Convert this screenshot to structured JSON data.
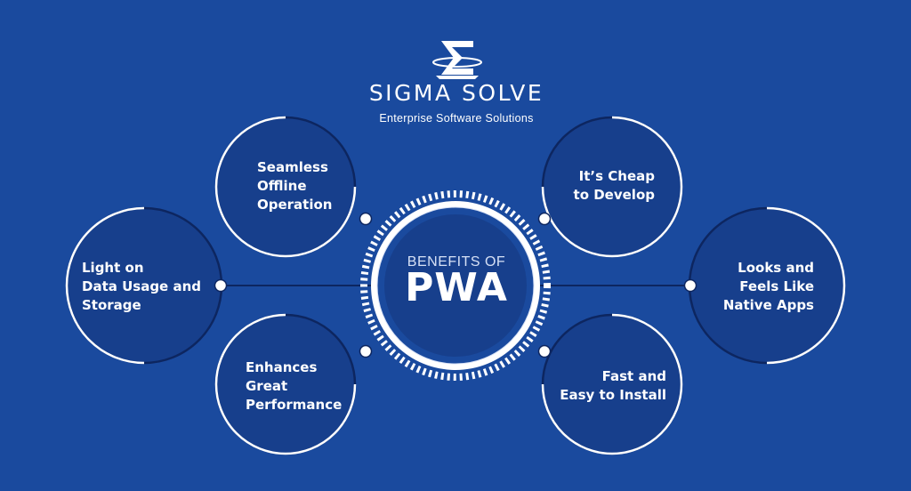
{
  "brand": {
    "name": "SIGMA SOLVE",
    "tagline": "Enterprise Software Solutions",
    "logo_icon": "sigma-logo-icon"
  },
  "center": {
    "small": "BENEFITS OF",
    "big": "PWA"
  },
  "benefits": [
    "Seamless\nOffline\nOperation",
    "It’s Cheap\nto Develop",
    "Light on\nData Usage and\nStorage",
    "Looks and\nFeels Like\nNative Apps",
    "Enhances\nGreat\nPerformance",
    "Fast and\nEasy to Install"
  ],
  "colors": {
    "background": "#1a4a9e",
    "circle_fill": "#173f8c",
    "outline_dark": "#0d2660",
    "white": "#ffffff"
  }
}
